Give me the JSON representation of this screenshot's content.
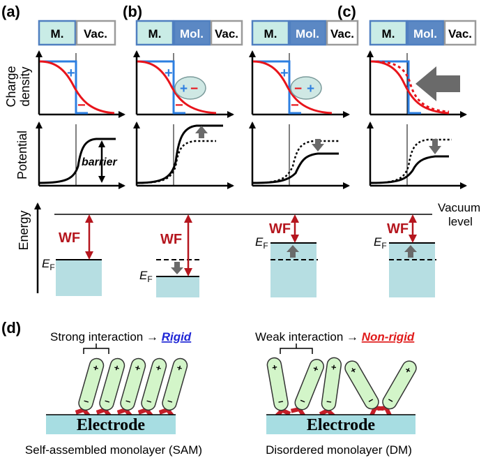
{
  "panels": {
    "a": "(a)",
    "b": "(b)",
    "c": "(c)",
    "d": "(d)"
  },
  "boxes": {
    "metal": "M.",
    "molecule": "Mol.",
    "vacuum": "Vac."
  },
  "axes": {
    "charge_density": [
      "Charge",
      "density"
    ],
    "potential": "Potential",
    "energy": "Energy"
  },
  "labels": {
    "barrier": "barrier",
    "plus": "+",
    "minus": "−",
    "wf": "WF",
    "ef_main": "E",
    "ef_sub": "F",
    "vacuum_level": [
      "Vacuum",
      "level"
    ]
  },
  "panel_d": {
    "strong": "Strong interaction → ",
    "rigid": "Rigid",
    "weak": "Weak interaction → ",
    "nonrigid": "Non-rigid",
    "electrode": "Electrode",
    "sam": "Self-assembled monolayer (SAM)",
    "dm": "Disordered monolayer (DM)"
  },
  "colors": {
    "metal_fill": "#c9ece6",
    "mol_fill": "#5b88c4",
    "box_border": "#4f7fc0",
    "vac_border": "#9a9a9a",
    "red": "#e8141b",
    "dark_red": "#b5161e",
    "blue": "#2e7fe0",
    "gray_arrow": "#6a6a6a",
    "level_fill": "#b6dee2",
    "dipole_fill": "#cfe8e4",
    "molecule_fill": "#d3f5c9",
    "electrode_fill": "#a7dde2",
    "rigid_color": "#1f26d6",
    "nonrigid_color": "#e01a1a"
  }
}
